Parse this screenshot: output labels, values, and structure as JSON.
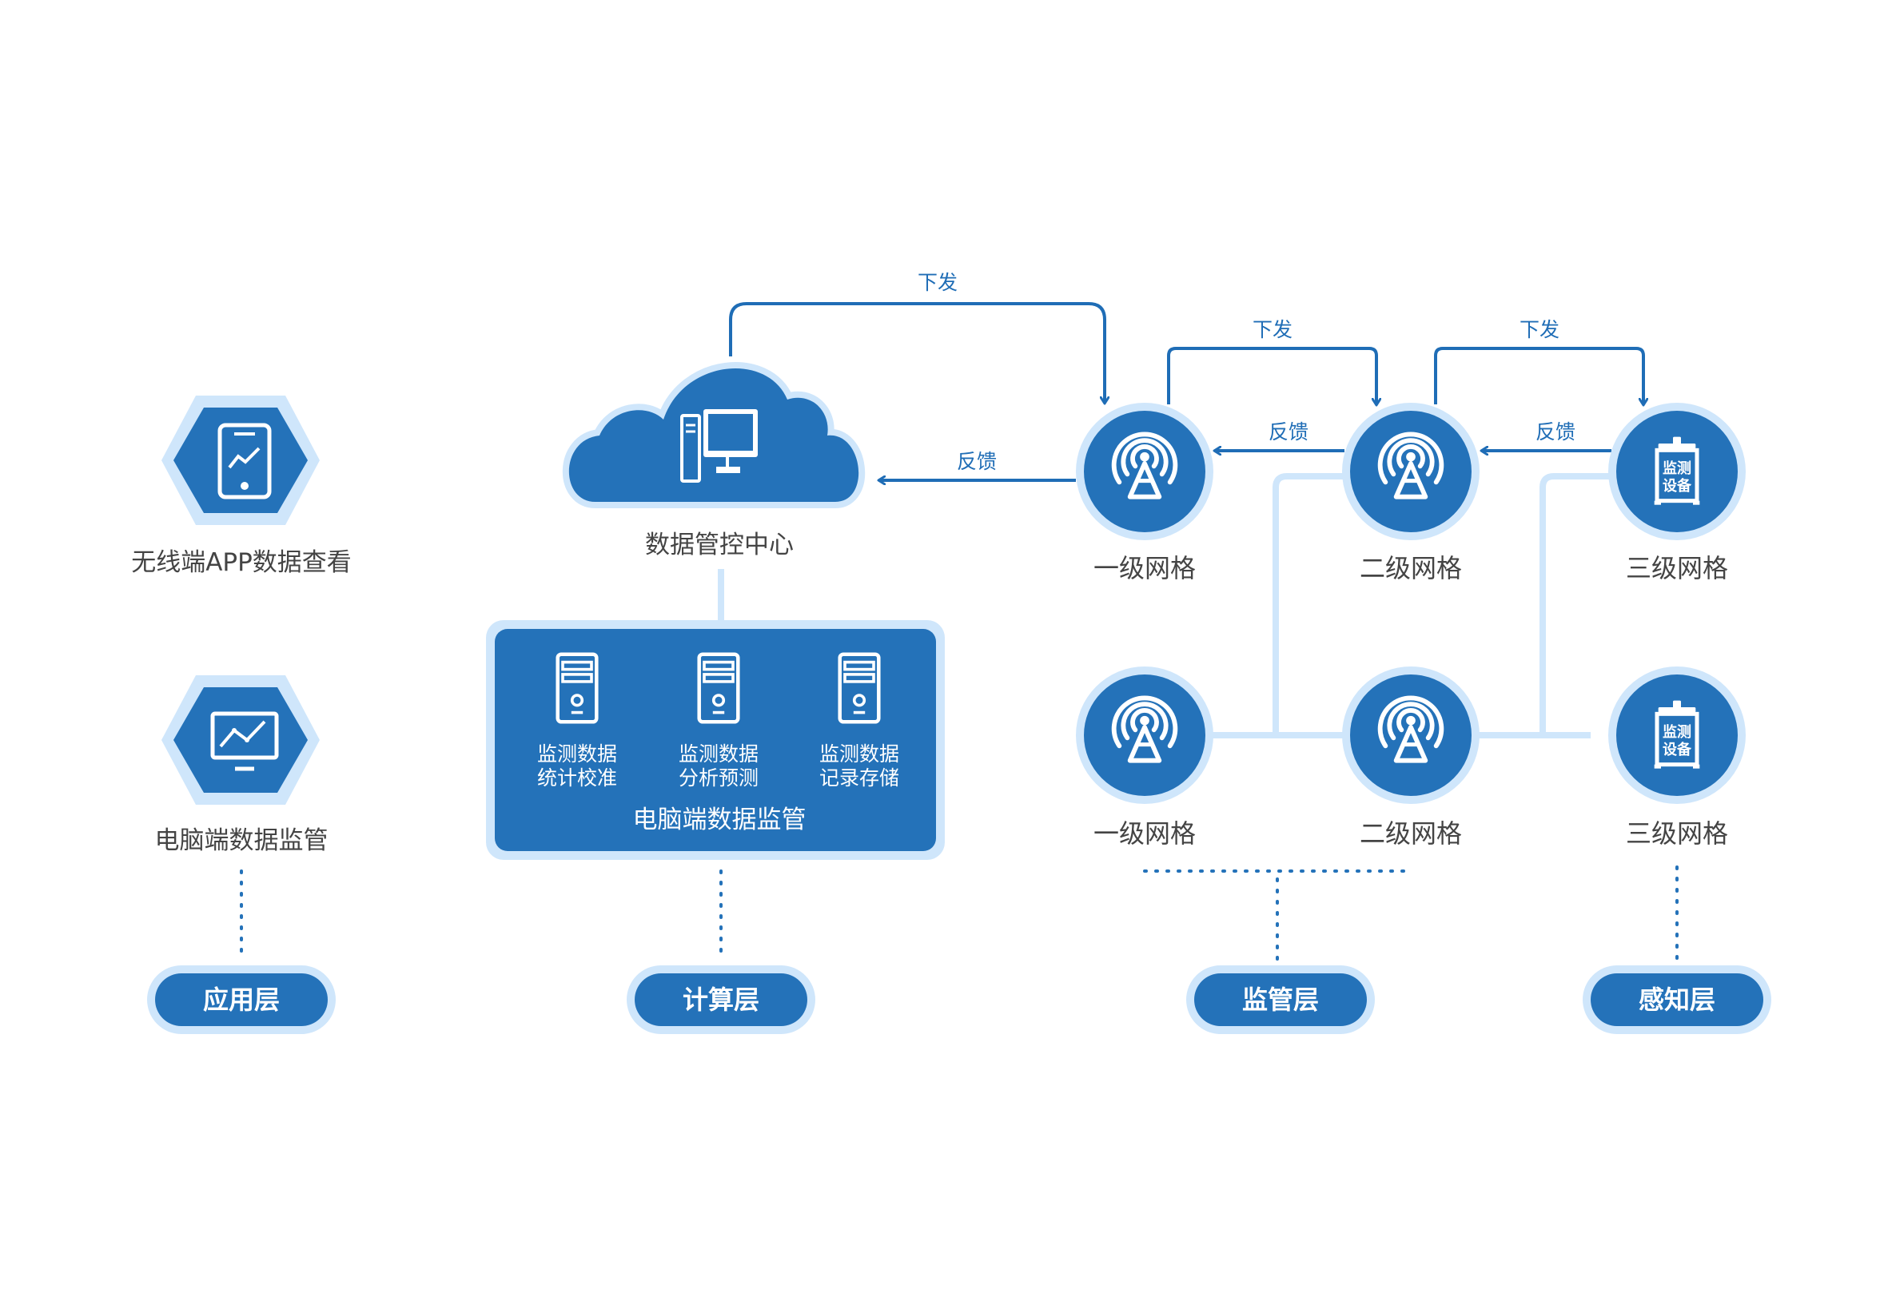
{
  "colors": {
    "primary": "#2472b9",
    "light": "#cfe6fb",
    "border": "#a7d2f6",
    "arrow": "#1f6db6",
    "text": "#444444"
  },
  "application": {
    "app_label": "无线端APP数据查看",
    "pc_label": "电脑端数据监管",
    "layer": "应用层"
  },
  "compute": {
    "cloud_label": "数据管控中心",
    "box_title": "电脑端数据监管",
    "servers": [
      {
        "line1": "监测数据",
        "line2": "统计校准"
      },
      {
        "line1": "监测数据",
        "line2": "分析预测"
      },
      {
        "line1": "监测数据",
        "line2": "记录存储"
      }
    ],
    "layer": "计算层"
  },
  "grid": {
    "top_nodes": [
      "一级网格",
      "二级网格",
      "三级网格"
    ],
    "bottom_nodes": [
      "一级网格",
      "二级网格",
      "三级网格"
    ],
    "device_text_1": "监测",
    "device_text_2": "设备",
    "arrow_send": "下发",
    "arrow_feedback": "反馈"
  },
  "layers": {
    "supervision": "监管层",
    "perception": "感知层"
  }
}
